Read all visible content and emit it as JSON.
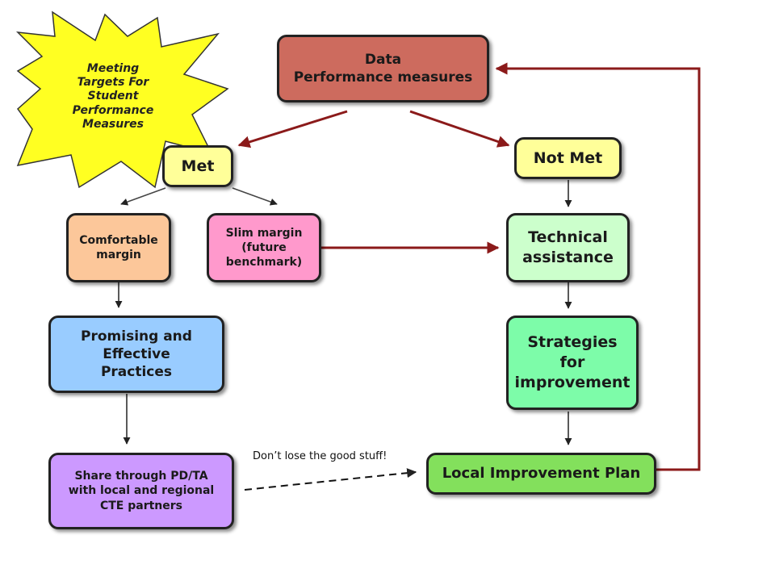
{
  "colors": {
    "arrow_dark_red": "#8b1a1a",
    "arrow_gray": "#444444",
    "burst_fill": "#ffff22",
    "data_fill": "#cd6b5e",
    "met_fill": "#ffff99",
    "comfortable_fill": "#fcc79a",
    "slim_fill": "#ff99cc",
    "promising_fill": "#99ccff",
    "share_fill": "#cc99ff",
    "technical_fill": "#ccffcc",
    "strategies_fill": "#7dfca9",
    "local_plan_fill": "#83e05c"
  },
  "burst": {
    "text": "Meeting\nTargets For\nStudent\nPerformance\nMeasures"
  },
  "nodes": {
    "data": "Data\nPerformance measures",
    "met": "Met",
    "not_met": "Not Met",
    "comfortable": "Comfortable\nmargin",
    "slim": "Slim margin\n(future\nbenchmark)",
    "technical": "Technical\nassistance",
    "promising": "Promising and\nEffective\nPractices",
    "strategies": "Strategies\nfor\nimprovement",
    "share": "Share through PD/TA\nwith local and regional\nCTE partners",
    "local_plan": "Local Improvement Plan"
  },
  "note": {
    "text": "Don’t lose the good stuff!"
  }
}
